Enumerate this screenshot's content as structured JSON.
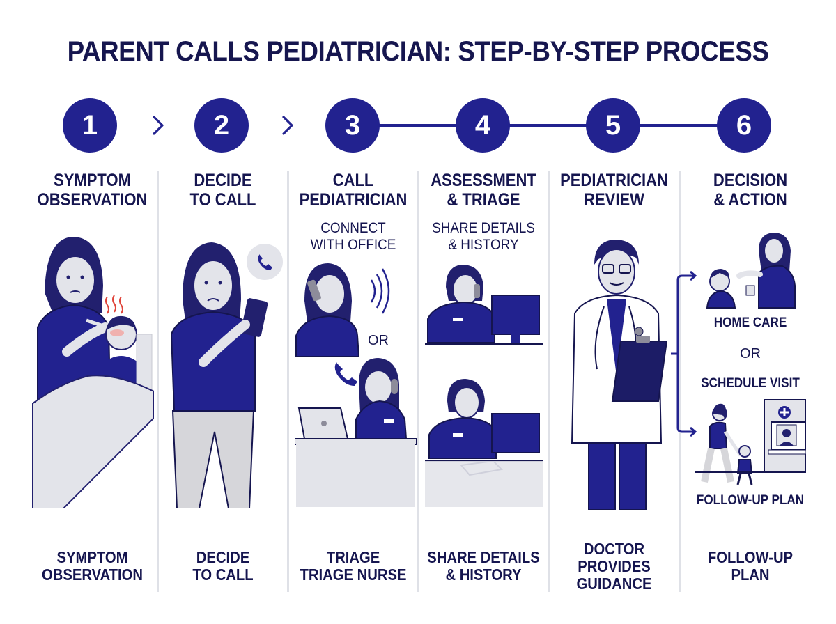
{
  "title": "PARENT CALLS PEDIATRICIAN: STEP-BY-STEP PROCESS",
  "colors": {
    "primary": "#22228f",
    "text": "#15154f",
    "divider": "#dfe1e7",
    "skin": "#e3e4ea",
    "fever": "#e0443a"
  },
  "connectors": [
    "chevron",
    "chevron",
    "line",
    "line",
    "line"
  ],
  "steps": [
    {
      "number": "1",
      "heading_line1": "SYMPTOM",
      "heading_line2": "OBSERVATION",
      "illustration": "parent-checking-child-temperature",
      "bottom_line1": "SYMPTOM",
      "bottom_line2": "OBSERVATION"
    },
    {
      "number": "2",
      "heading_line1": "DECIDE",
      "heading_line2": "TO CALL",
      "illustration": "parent-with-phone",
      "bottom_line1": "DECIDE",
      "bottom_line2": "TO CALL"
    },
    {
      "number": "3",
      "heading_line1": "CALL",
      "heading_line2": "PEDIATRICIAN",
      "sub_line1": "CONNECT",
      "sub_line2": "WITH OFFICE",
      "or_label": "OR",
      "illustration": "parent-on-phone-and-triage-nurse",
      "bottom_line1": "TRIAGE",
      "bottom_line2": "TRIAGE NURSE"
    },
    {
      "number": "4",
      "heading_line1": "ASSESSMENT",
      "heading_line2": "& TRIAGE",
      "sub_line1": "SHARE DETAILS",
      "sub_line2": "& HISTORY",
      "illustration": "nurse-on-phone-and-nurse-taking-notes",
      "bottom_line1": "SHARE DETAILS",
      "bottom_line2": "& HISTORY"
    },
    {
      "number": "5",
      "heading_line1": "PEDIATRICIAN",
      "heading_line2": "REVIEW",
      "illustration": "doctor-with-clipboard",
      "bottom_line1": "DOCTOR",
      "bottom_line2": "PROVIDES",
      "bottom_line3": "GUIDANCE"
    },
    {
      "number": "6",
      "heading_line1": "DECISION",
      "heading_line2": "& ACTION",
      "option_a": "HOME CARE",
      "or_label": "OR",
      "option_b": "SCHEDULE VISIT",
      "option_c": "FOLLOW-UP PLAN",
      "illustration": "home-care-or-clinic-visit",
      "bottom_line1": "FOLLOW-UP",
      "bottom_line2": "PLAN"
    }
  ]
}
